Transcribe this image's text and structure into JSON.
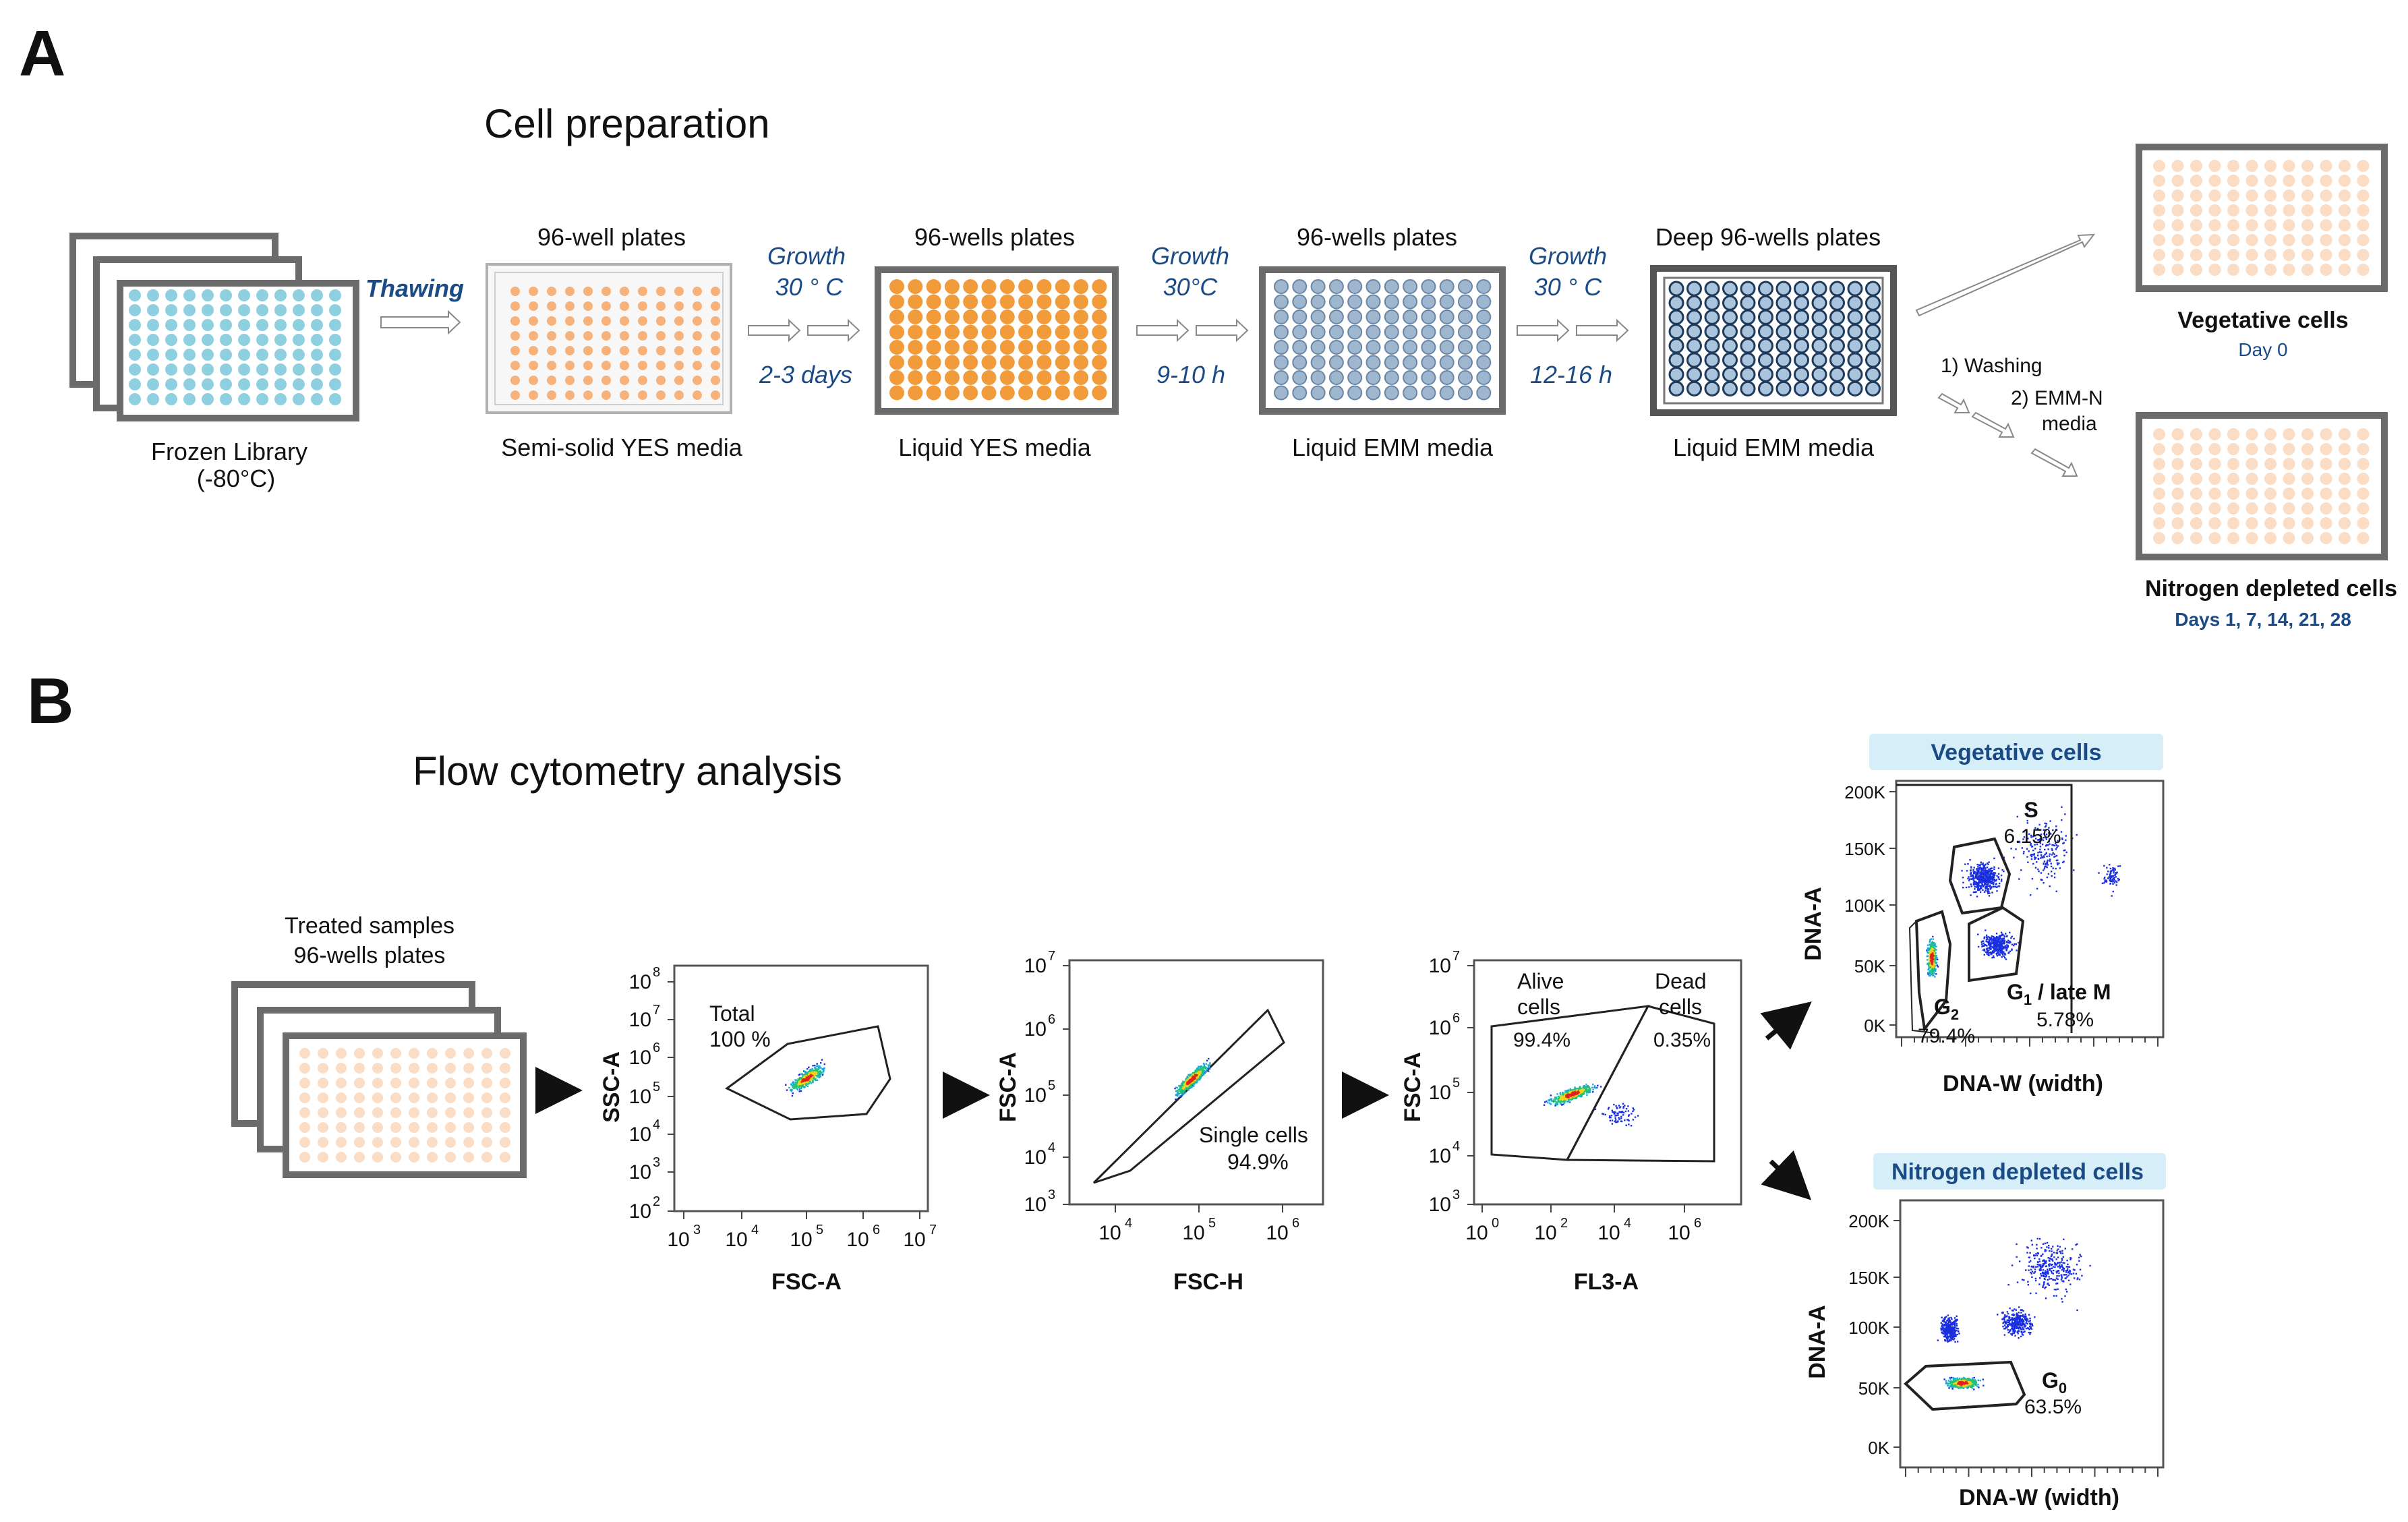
{
  "panels": {
    "a": {
      "letter": "A",
      "title": "Cell preparation",
      "library": {
        "name": "Frozen Library",
        "temp": "(-80°C)",
        "arrow_label": "Thawing"
      },
      "plates": [
        {
          "header": "96-well plates",
          "media": "Semi-solid YES media",
          "well_color": "#f6b27a",
          "plate_style": "light"
        },
        {
          "header": "96-wells plates",
          "media": "Liquid YES media",
          "well_color": "#f29b3a",
          "plate_style": "dark"
        },
        {
          "header": "96-wells plates",
          "media": "Liquid EMM media",
          "well_color": "#9fb6cf",
          "plate_style": "dark"
        },
        {
          "header": "Deep 96-wells plates",
          "media": "Liquid EMM media",
          "well_color": "#a9c4dc",
          "plate_style": "deep"
        }
      ],
      "growth_steps": [
        {
          "label": "Growth",
          "temp": "30 ° C",
          "time": "2-3 days"
        },
        {
          "label": "Growth",
          "temp": "30°C",
          "time": "9-10 h"
        },
        {
          "label": "Growth",
          "temp": "30 ° C",
          "time": "12-16 h"
        }
      ],
      "treatment_steps": [
        "1) Washing",
        "2) EMM-N",
        "media"
      ],
      "outcomes": [
        {
          "name": "Vegetative cells",
          "days": "Day 0"
        },
        {
          "name": "Nitrogen depleted cells",
          "days": "Days 1, 7, 14, 21, 28"
        }
      ],
      "colors": {
        "library_wells": "#8fd0e0",
        "outcome_wells": "#fbdcc4",
        "step_text": "#1b4b86"
      }
    },
    "b": {
      "letter": "B",
      "title": "Flow cytometry analysis",
      "samples": {
        "line1": "Treated samples",
        "line2": "96-wells plates"
      },
      "plots": [
        {
          "xlabel": "FSC-A",
          "ylabel": "SSC-A",
          "x_ticks": [
            "10",
            "10",
            "10",
            "10",
            "10"
          ],
          "x_exp": [
            "3",
            "4",
            "5",
            "6",
            "7"
          ],
          "y_ticks": [
            "10",
            "10",
            "10",
            "10",
            "10",
            "10",
            "10"
          ],
          "y_exp": [
            "2",
            "3",
            "4",
            "5",
            "6",
            "7",
            "8"
          ],
          "gate_name": "Total",
          "gate_pct": "100 %"
        },
        {
          "xlabel": "FSC-H",
          "ylabel": "FSC-A",
          "x_ticks": [
            "10",
            "10",
            "10"
          ],
          "x_exp": [
            "4",
            "5",
            "6"
          ],
          "y_ticks": [
            "10",
            "10",
            "10",
            "10",
            "10"
          ],
          "y_exp": [
            "3",
            "4",
            "5",
            "6",
            "7"
          ],
          "gate_name": "Single cells",
          "gate_pct": "94.9%"
        },
        {
          "xlabel": "FL3-A",
          "ylabel": "FSC-A",
          "x_ticks": [
            "10",
            "10",
            "10",
            "10"
          ],
          "x_exp": [
            "0",
            "2",
            "4",
            "6"
          ],
          "y_ticks": [
            "10",
            "10",
            "10",
            "10",
            "10"
          ],
          "y_exp": [
            "3",
            "4",
            "5",
            "6",
            "7"
          ],
          "gate_name": "Alive",
          "gate_name2": "cells",
          "gate_pct": "99.4%",
          "gate2_name": "Dead",
          "gate2_name2": "cells",
          "gate2_pct": "0.35%"
        }
      ],
      "dna_plots": [
        {
          "header": "Vegetative cells",
          "xlabel": "DNA-W (width)",
          "ylabel": "DNA-A",
          "y_ticks": [
            "200K",
            "150K",
            "100K",
            "50K",
            "0K"
          ],
          "gates": [
            {
              "name": "S",
              "sub": "",
              "pct": "6.15%"
            },
            {
              "name": "G",
              "sub": "1",
              "extra": " / late M",
              "pct": "5.78%"
            },
            {
              "name": "G",
              "sub": "2",
              "pct": "79.4%"
            }
          ]
        },
        {
          "header": "Nitrogen depleted cells",
          "xlabel": "DNA-W (width)",
          "ylabel": "DNA-A",
          "y_ticks": [
            "200K",
            "150K",
            "100K",
            "50K",
            "0K"
          ],
          "gates": [
            {
              "name": "G",
              "sub": "0",
              "pct": "63.5%"
            }
          ]
        }
      ],
      "colors": {
        "header_bg": "#d6eef8",
        "header_text": "#1b4b86",
        "sample_wells": "#fbdcc4"
      }
    }
  }
}
